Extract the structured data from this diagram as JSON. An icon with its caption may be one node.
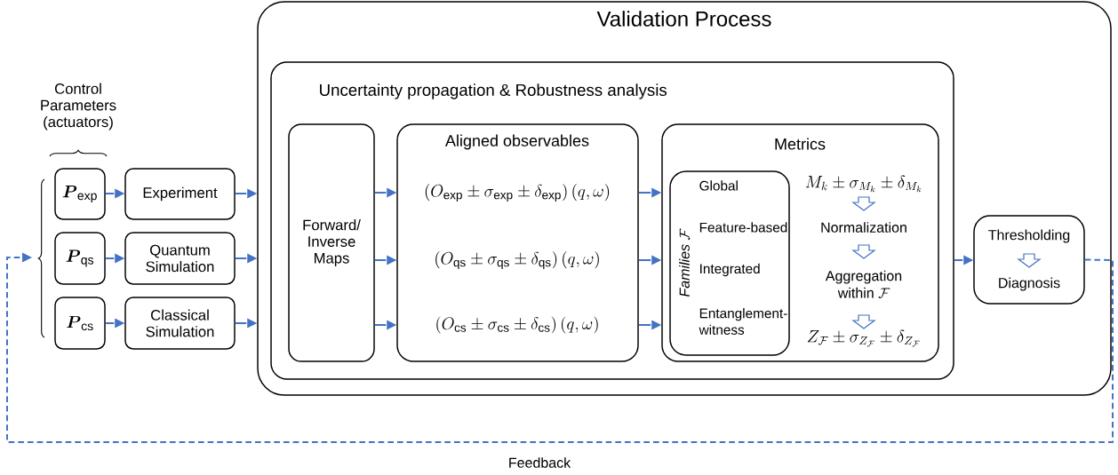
{
  "diagram": {
    "nodes": [
      {
        "text": [
          "\\boldsymbol{P}_{\\mathrm{exp}}"
        ]
      },
      {
        "text": [
          "Experiment"
        ]
      },
      {
        "text": [
          "\\boldsymbol{P}_{\\mathrm{qs}}"
        ]
      },
      {
        "text": [
          "Quantum Simulation"
        ]
      },
      {
        "text": [
          "\\boldsymbol{P}_{\\mathrm{cs}}"
        ]
      },
      {
        "text": [
          "Classical Simulation"
        ]
      },
      {
        "text": [
          "Validation Process"
        ]
      },
      {
        "text": [
          "Uncertainty propagation & Robustness analysis"
        ],
        "in": 6
      },
      {
        "text": [
          "Forward/ Inverse Maps"
        ],
        "in": 7
      },
      {
        "text": [
          "Aligned observables",
          "\\left(O_{\\mathrm{exp}} \\pm \\sigma_{\\mathrm{exp}} \\pm \\delta_{\\mathrm{exp}}\\right)(q,\\omega)",
          "\\left(O_{\\mathrm{qs}} \\pm \\sigma_{\\mathrm{qs}} \\pm \\delta_{\\mathrm{qs}}\\right)(q,\\omega)",
          "\\left(O_{\\mathrm{cs}} \\pm \\sigma_{\\mathrm{cs}} \\pm \\delta_{\\mathrm{cs}}\\right)(q,\\omega)"
        ],
        "in": 7
      },
      {
        "text": [
          "Metrics",
          "M_k \\pm \\sigma_{M_k} \\pm \\delta_{M_k}",
          "Normalization",
          "\\begin{array}{c}\\text{Aggregation}\\\\ \\text{within } \\mathcal{F}\\end{array}",
          "Z_{\\mathcal{F}} \\pm \\sigma_{Z_{\\mathcal{F}}} \\pm \\delta_{Z_{\\mathcal{F}}}"
        ],
        "in": 7
      },
      {
        "text": [
          "\\textit{Families } \\mathcal{F}",
          "Global",
          "Feature-based",
          "Integrated",
          "Entanglement-witness"
        ],
        "in": 10
      },
      {
        "text": [
          "Thresholding",
          "Diagnosis"
        ],
        "in": 6
      }
    ],
    "edges": [
      {
        "from": 0,
        "to": 1,
        "arrow": "to"
      },
      {
        "from": 2,
        "to": 3,
        "arrow": "to"
      },
      {
        "from": 4,
        "to": 5,
        "arrow": "to"
      },
      {
        "from": 1,
        "to": 6,
        "arrow": "to"
      },
      {
        "from": 3,
        "to": 6,
        "arrow": "to"
      },
      {
        "from": 5,
        "to": 6,
        "arrow": "to"
      },
      {
        "from": 8,
        "to": 9,
        "arrow": "to"
      },
      {
        "from": 8,
        "to": 9,
        "arrow": "to"
      },
      {
        "from": 8,
        "to": 9,
        "arrow": "to"
      },
      {
        "from": 9,
        "to": 10,
        "arrow": "to"
      },
      {
        "from": 9,
        "to": 10,
        "arrow": "to"
      },
      {
        "from": 9,
        "to": 10,
        "arrow": "to"
      },
      {
        "from": 7,
        "to": 12,
        "arrow": "to"
      },
      {
        "from": 12,
        "to": null,
        "arrow": "to",
        "style": "dashed",
        "label": "Feedback"
      }
    ],
    "labels": [
      "Control Parameters (actuators)"
    ]
  }
}
